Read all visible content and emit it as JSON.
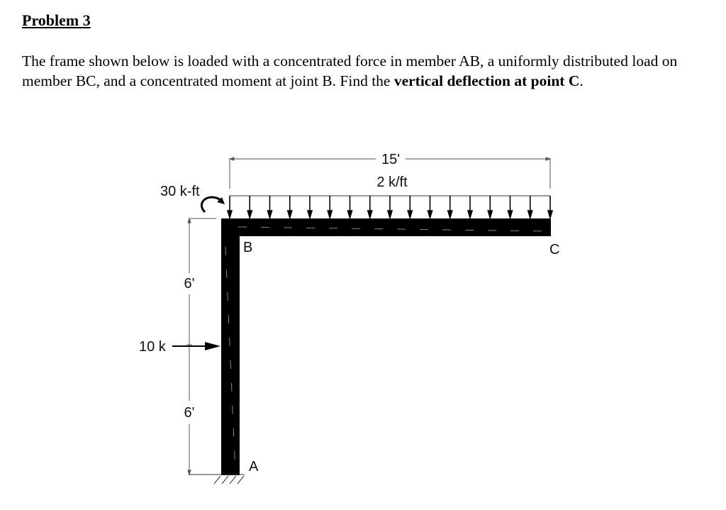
{
  "problem": {
    "title": "Problem 3",
    "text_parts": [
      "The frame shown below is loaded with a concentrated force in member AB, a uniformly distributed load on member BC, and a concentrated moment at joint B. Find the ",
      "vertical deflection at point C",
      "."
    ]
  },
  "figure": {
    "labels": {
      "span_bc": "15'",
      "distributed_load": "2 k/ft",
      "moment": "30 k-ft",
      "point_load": "10 k",
      "upper_segment": "6'",
      "lower_segment": "6'",
      "joint_a": "A",
      "joint_b": "B",
      "joint_c": "C"
    },
    "load_arrow_count": 17,
    "colors": {
      "member": "#000000",
      "dimension_line": "#555555",
      "text": "#111111"
    }
  }
}
